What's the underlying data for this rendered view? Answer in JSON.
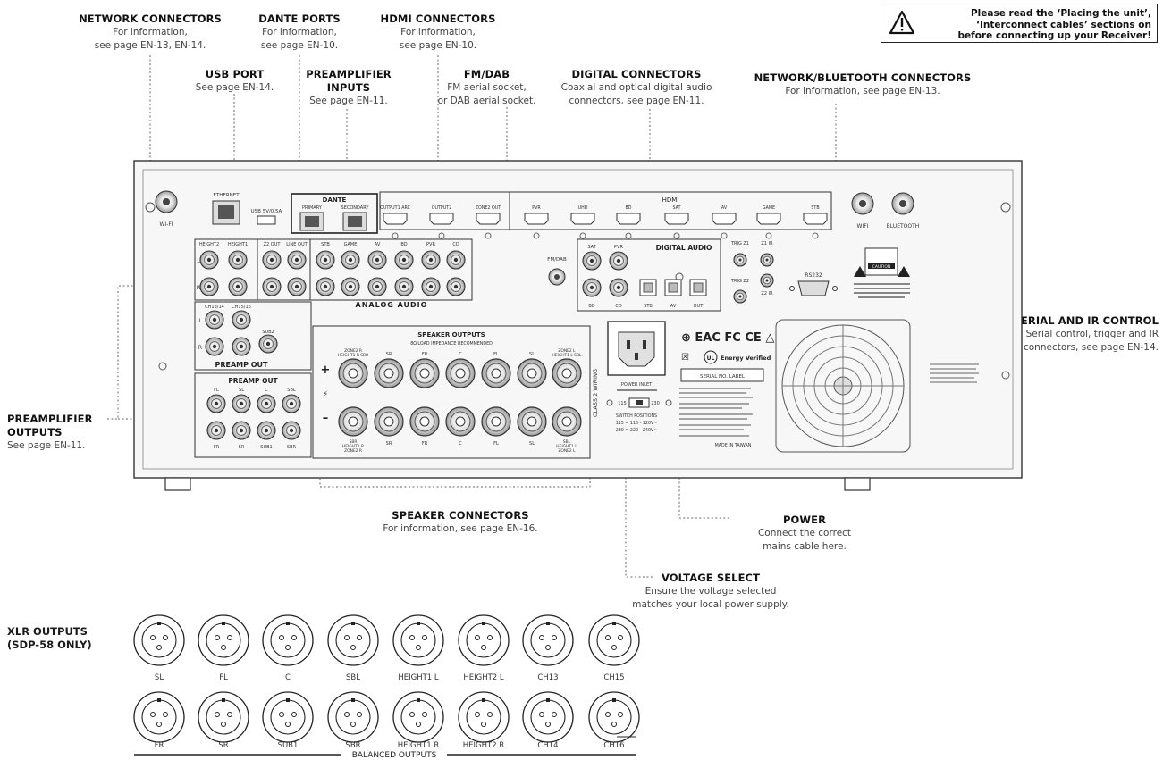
{
  "warning": {
    "line1": "Please read the ‘Placing the unit’,",
    "line2": "‘Interconnect cables’ sections on",
    "line3": "before connecting up your Receiver!"
  },
  "callouts": {
    "network_connectors": {
      "title": "NETWORK CONNECTORS",
      "line1": "For information,",
      "line2": "see page EN-13, EN-14."
    },
    "dante_ports": {
      "title": "DANTE PORTS",
      "line1": "For information,",
      "line2": "see page EN-10."
    },
    "hdmi_connectors": {
      "title": "HDMI CONNECTORS",
      "line1": "For information,",
      "line2": "see page EN-10."
    },
    "usb_port": {
      "title": "USB PORT",
      "line1": "See page EN-14."
    },
    "preamp_inputs": {
      "title1": "PREAMPLIFIER",
      "title2": "INPUTS",
      "line1": "See page EN-11."
    },
    "fm_dab": {
      "title": "FM/DAB",
      "line1": "FM aerial socket,",
      "line2": "or DAB aerial socket."
    },
    "digital_connectors": {
      "title": "DIGITAL CONNECTORS",
      "line1": "Coaxial and optical digital audio",
      "line2": "connectors, see page EN-11."
    },
    "network_bluetooth": {
      "title": "NETWORK/BLUETOOTH CONNECTORS",
      "line1": "For information, see page EN-13."
    },
    "serial_ir": {
      "title": "SERIAL AND IR CONTROL",
      "line1": "Serial control, trigger and IR",
      "line2": "connectors, see page EN-14."
    },
    "preamp_outputs": {
      "title1": "PREAMPLIFIER",
      "title2": "OUTPUTS",
      "line1": "See page EN-11."
    },
    "speaker_connectors": {
      "title": "SPEAKER CONNECTORS",
      "line1": "For information, see page EN-16."
    },
    "power": {
      "title": "POWER",
      "line1": "Connect the correct",
      "line2": "mains cable here."
    },
    "voltage_select": {
      "title": "VOLTAGE SELECT",
      "line1": "Ensure the voltage selected",
      "line2": "matches your local power supply."
    }
  },
  "panel": {
    "ethernet": "ETHERNET",
    "usb": "USB 5V/0.5A",
    "dante": "DANTE",
    "dante_primary": "PRIMARY",
    "dante_secondary": "SECONDARY",
    "hdmi_label": "HDMI",
    "hdmi_ports": [
      "OUTPUT1 ARC",
      "OUTPUT2",
      "ZONE2 OUT",
      "PVR",
      "UHD",
      "BD",
      "SAT",
      "AV",
      "GAME",
      "STB"
    ],
    "wifi": "WIFI",
    "bluetooth": "BLUETOOTH",
    "wifi_left": "WI-FI",
    "analog_audio": "ANALOG AUDIO",
    "analog_top": [
      "HEIGHT2",
      "HEIGHT1",
      "Z2 OUT",
      "LINE OUT",
      "STB",
      "GAME",
      "AV",
      "BD",
      "PVR",
      "CD"
    ],
    "fm_dab": "FM/DAB",
    "digital_audio": "DIGITAL AUDIO",
    "digital_top": [
      "SAT",
      "PVR"
    ],
    "digital_bottom": [
      "BD",
      "CD",
      "STB",
      "AV",
      "OUT"
    ],
    "trig": [
      "TRIG Z1",
      "Z1 IR",
      "TRIG Z2",
      "Z2 IR"
    ],
    "rs232": "RS232",
    "caution": "CAUTION",
    "preamp_out_mid": "PREAMP OUT",
    "preamp_out_mid_labels": [
      "CH13/14",
      "CH15/16",
      "SUB2"
    ],
    "preamp_out_low": "PREAMP OUT",
    "preamp_low_top": [
      "FL",
      "SL",
      "C",
      "SBL"
    ],
    "preamp_low_bottom": [
      "FR",
      "SR",
      "SUB1",
      "SBR"
    ],
    "speaker_outputs": "SPEAKER OUTPUTS",
    "speaker_impedance": "8Ω LOAD IMPEDANCE RECOMMENDED",
    "speaker_top": [
      "ZONE2 R HEIGHT1 R SBR",
      "SR",
      "FR",
      "C",
      "FL",
      "SL",
      "ZONE2 L HEIGHT1 L SBL"
    ],
    "speaker_bottom": [
      "SBR HEIGHT1 R ZONE2 R",
      "SR",
      "FR",
      "C",
      "FL",
      "SL",
      "SBL HEIGHT1 L ZONE2 L"
    ],
    "class2": "CLASS 2 WIRING",
    "power_inlet": "POWER INLET",
    "switch_positions": "SWITCH POSITIONS",
    "sw_115": "115 = 110 - 120V~",
    "sw_230": "230 = 220 - 240V~",
    "v115": "115",
    "v230": "230",
    "energy": "Energy Verified",
    "serial_label": "SERIAL NO. LABEL",
    "made_in": "MADE IN TAIWAN"
  },
  "xlr": {
    "title1": "XLR OUTPUTS",
    "title2": "(SDP-58 ONLY)",
    "top_labels": [
      "SL",
      "FL",
      "C",
      "SBL",
      "HEIGHT1 L",
      "HEIGHT2 L",
      "CH13",
      "CH15"
    ],
    "bottom_labels": [
      "FR",
      "SR",
      "SUB1",
      "SBR",
      "HEIGHT1 R",
      "HEIGHT2 R",
      "CH14",
      "CH16"
    ],
    "balanced": "BALANCED OUTPUTS"
  },
  "colors": {
    "line": "#333333",
    "dotted": "#666666",
    "panel": "#f4f4f4"
  }
}
